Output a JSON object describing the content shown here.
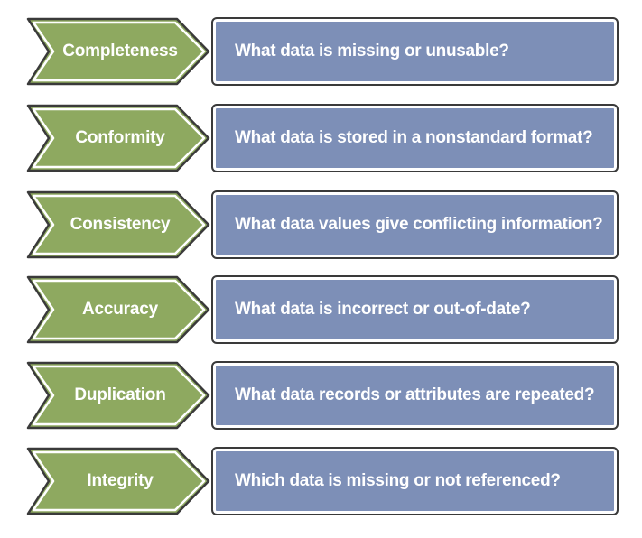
{
  "colors": {
    "chevron_fill": "#8ea960",
    "chevron_border": "#3a3a3a",
    "box_fill": "#7d8fb7",
    "box_border": "#3a3a3a",
    "text": "#ffffff"
  },
  "rows": [
    {
      "label": "Completeness",
      "question": "What data is missing or unusable?"
    },
    {
      "label": "Conformity",
      "question": "What data is stored in a nonstandard format?"
    },
    {
      "label": "Consistency",
      "question": "What data values give conflicting information?"
    },
    {
      "label": "Accuracy",
      "question": "What data is incorrect or out-of-date?"
    },
    {
      "label": "Duplication",
      "question": "What data records or attributes are repeated?"
    },
    {
      "label": "Integrity",
      "question": "Which data is missing or not referenced?"
    }
  ]
}
